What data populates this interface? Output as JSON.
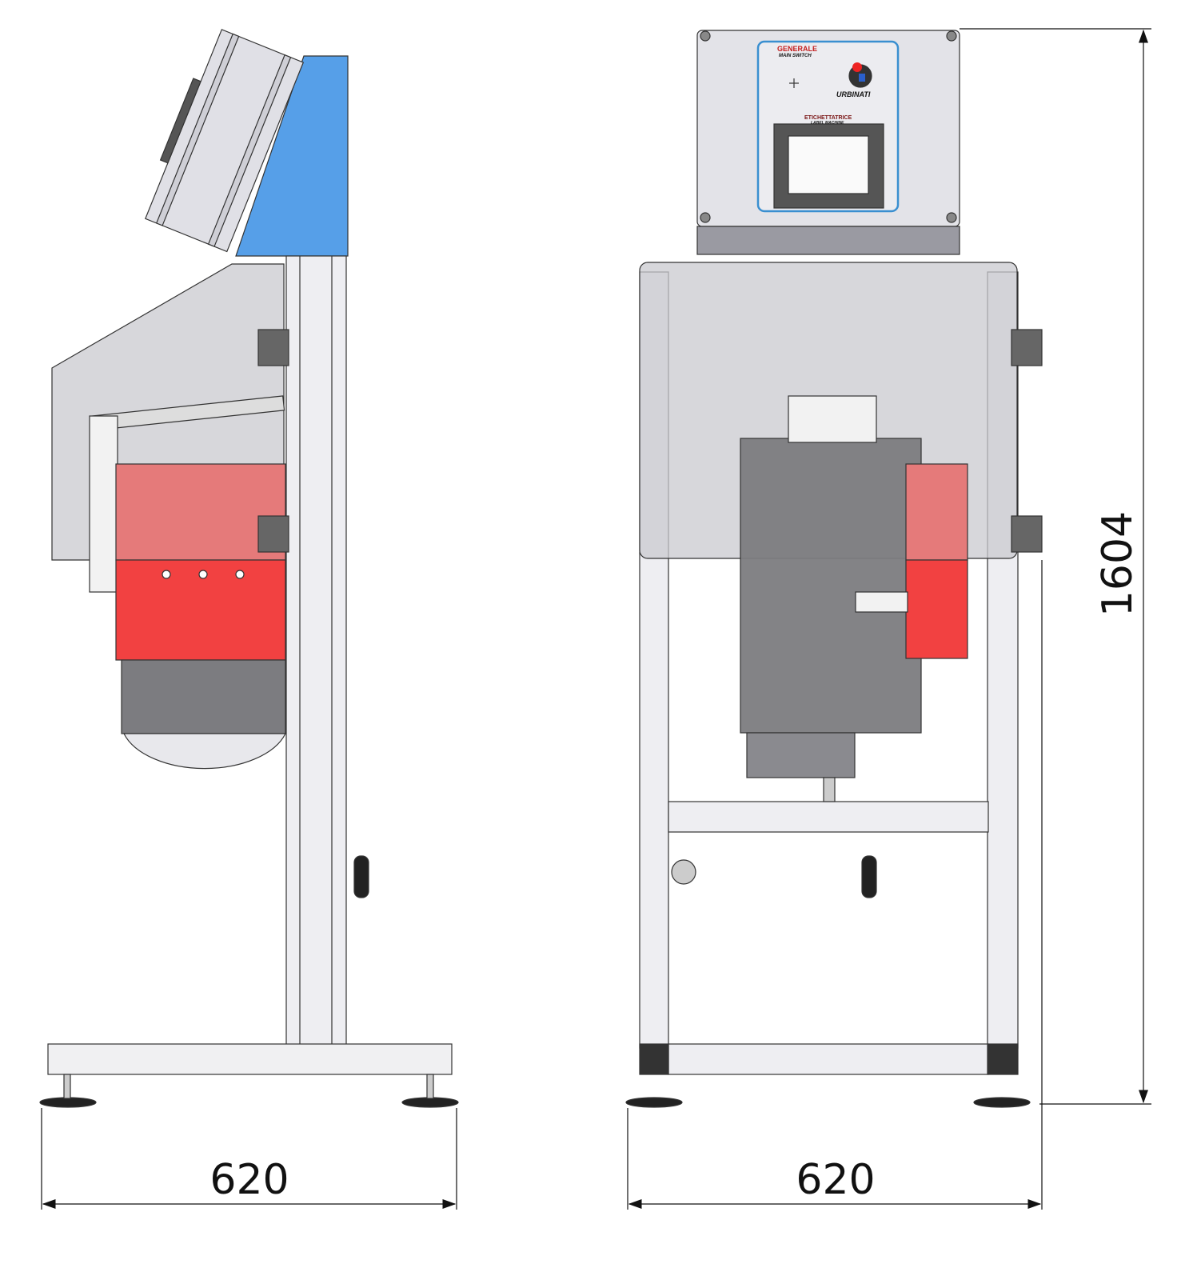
{
  "panel": {
    "switch_label": "GENERALE",
    "switch_sublabel": "MAIN SWITCH",
    "brand": "URBINATI",
    "machine_label": "ETICHETTATRICE",
    "machine_sublabel": "LABEL MACHINE"
  },
  "dimensions": {
    "side_width": "620",
    "front_width": "620",
    "height": "1604"
  },
  "colors": {
    "cabinet_blue": "#569fe8",
    "label_head_red": "#f24141",
    "frame_grey": "#e6e6ea",
    "motor_dark": "#7c7c80"
  }
}
